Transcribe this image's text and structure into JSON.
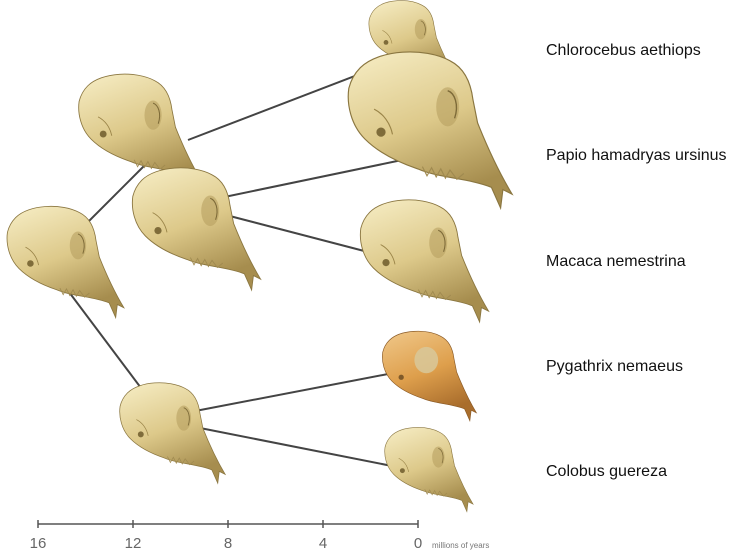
{
  "taxa": [
    {
      "name": "Chlorocebus aethiops"
    },
    {
      "name": "Papio hamadryas ursinus"
    },
    {
      "name": "Macaca nemestrina"
    },
    {
      "name": "Pygathrix nemaeus"
    },
    {
      "name": "Colobus guereza"
    }
  ],
  "axis": {
    "ticks": [
      "16",
      "12",
      "8",
      "4",
      "0"
    ],
    "unit": "millions of years"
  },
  "colors": {
    "bone_light": "#f3e7b2",
    "bone_mid": "#d9c47e",
    "bone_dark": "#9d8545",
    "pygathrix": "#e0a54e",
    "branch": "#444444"
  }
}
